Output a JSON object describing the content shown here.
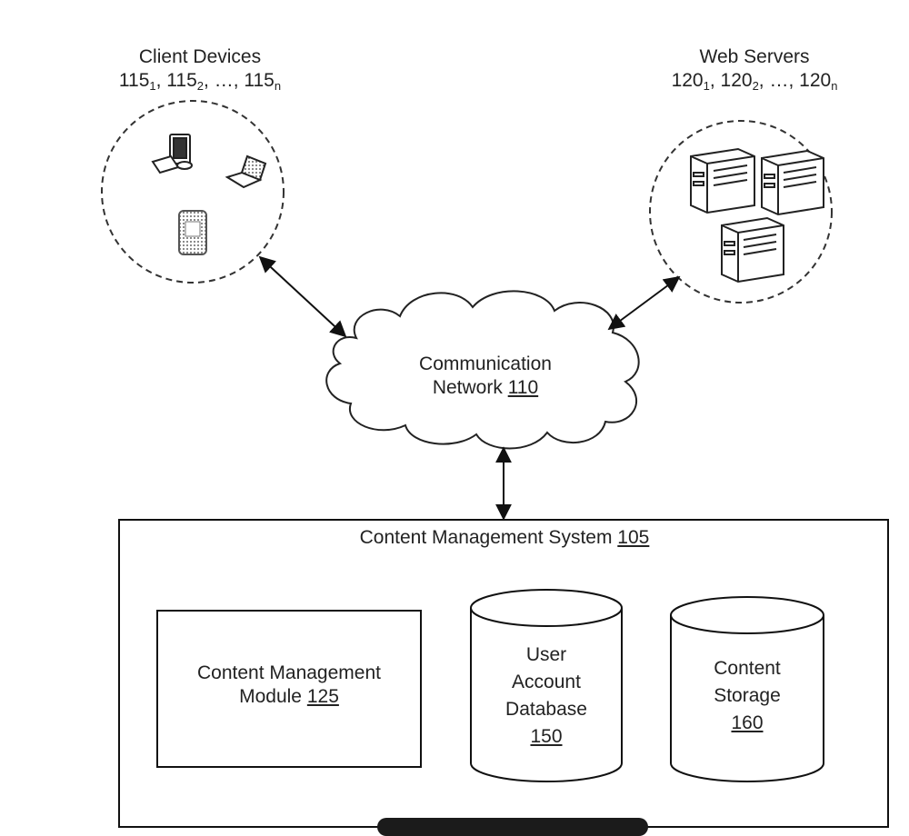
{
  "client_devices": {
    "title": "Client Devices",
    "ref_base": "115",
    "ref_subs": [
      "1",
      "2",
      "n"
    ],
    "ellipsis": "…,",
    "icons": [
      "desktop-computer-icon",
      "laptop-icon",
      "mobile-phone-icon"
    ]
  },
  "web_servers": {
    "title": "Web Servers",
    "ref_base": "120",
    "ref_subs": [
      "1",
      "2",
      "n"
    ],
    "ellipsis": "…,",
    "icons": [
      "server-tower-icon",
      "server-tower-icon",
      "server-tower-icon"
    ]
  },
  "network": {
    "line1": "Communication",
    "line2": "Network",
    "ref": "110"
  },
  "cms": {
    "title": "Content Management System",
    "ref": "105",
    "module": {
      "line1": "Content Management",
      "line2": "Module",
      "ref": "125"
    },
    "user_db": {
      "line1": "User",
      "line2": "Account",
      "line3": "Database",
      "ref": "150"
    },
    "storage": {
      "line1": "Content",
      "line2": "Storage",
      "ref": "160"
    }
  }
}
